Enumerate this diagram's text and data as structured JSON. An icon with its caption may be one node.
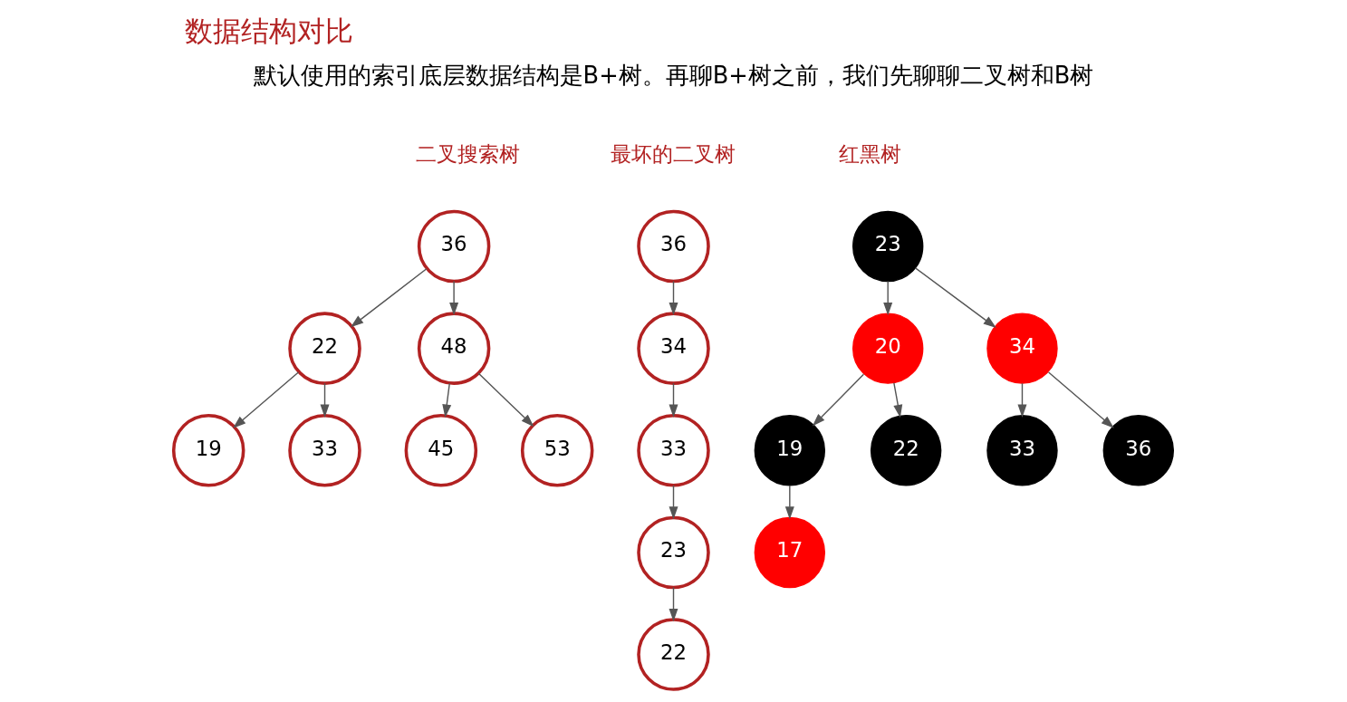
{
  "diagram": {
    "title": "数据结构对比",
    "nodes": [
      {
        "text": [
          "36"
        ]
      },
      {
        "text": [
          "22"
        ]
      },
      {
        "text": [
          "48"
        ]
      },
      {
        "text": [
          "19"
        ]
      },
      {
        "text": [
          "33"
        ]
      },
      {
        "text": [
          "45"
        ]
      },
      {
        "text": [
          "53"
        ]
      },
      {
        "text": [
          "36"
        ]
      },
      {
        "text": [
          "34"
        ]
      },
      {
        "text": [
          "33"
        ]
      },
      {
        "text": [
          "23"
        ]
      },
      {
        "text": [
          "22"
        ]
      },
      {
        "text": [
          "23"
        ]
      },
      {
        "text": [
          "20"
        ]
      },
      {
        "text": [
          "34"
        ]
      },
      {
        "text": [
          "19"
        ]
      },
      {
        "text": [
          "22"
        ]
      },
      {
        "text": [
          "33"
        ]
      },
      {
        "text": [
          "36"
        ]
      },
      {
        "text": [
          "17"
        ]
      }
    ],
    "edges": [
      {
        "from": 0,
        "to": 1,
        "arrow": "to"
      },
      {
        "from": 0,
        "to": 2,
        "arrow": "to"
      },
      {
        "from": 1,
        "to": 3,
        "arrow": "to"
      },
      {
        "from": 1,
        "to": 4,
        "arrow": "to"
      },
      {
        "from": 2,
        "to": 5,
        "arrow": "to"
      },
      {
        "from": 2,
        "to": 6,
        "arrow": "to"
      },
      {
        "from": 7,
        "to": 8,
        "arrow": "to"
      },
      {
        "from": 8,
        "to": 9,
        "arrow": "to"
      },
      {
        "from": 9,
        "to": 10,
        "arrow": "to"
      },
      {
        "from": 10,
        "to": 11,
        "arrow": "to"
      },
      {
        "from": 12,
        "to": 13,
        "arrow": "to"
      },
      {
        "from": 12,
        "to": 14,
        "arrow": "to"
      },
      {
        "from": 13,
        "to": 15,
        "arrow": "to"
      },
      {
        "from": 13,
        "to": 16,
        "arrow": "to"
      },
      {
        "from": 14,
        "to": 17,
        "arrow": "to"
      },
      {
        "from": 14,
        "to": 18,
        "arrow": "to"
      },
      {
        "from": 15,
        "to": 19,
        "arrow": "to"
      }
    ],
    "labels": [
      "默认使用的索引底层数据结构是B+树。再聊B+树之前，我们先聊聊二叉树和B树",
      "二叉搜索树",
      "最坏的二叉树",
      "红黑树"
    ]
  }
}
